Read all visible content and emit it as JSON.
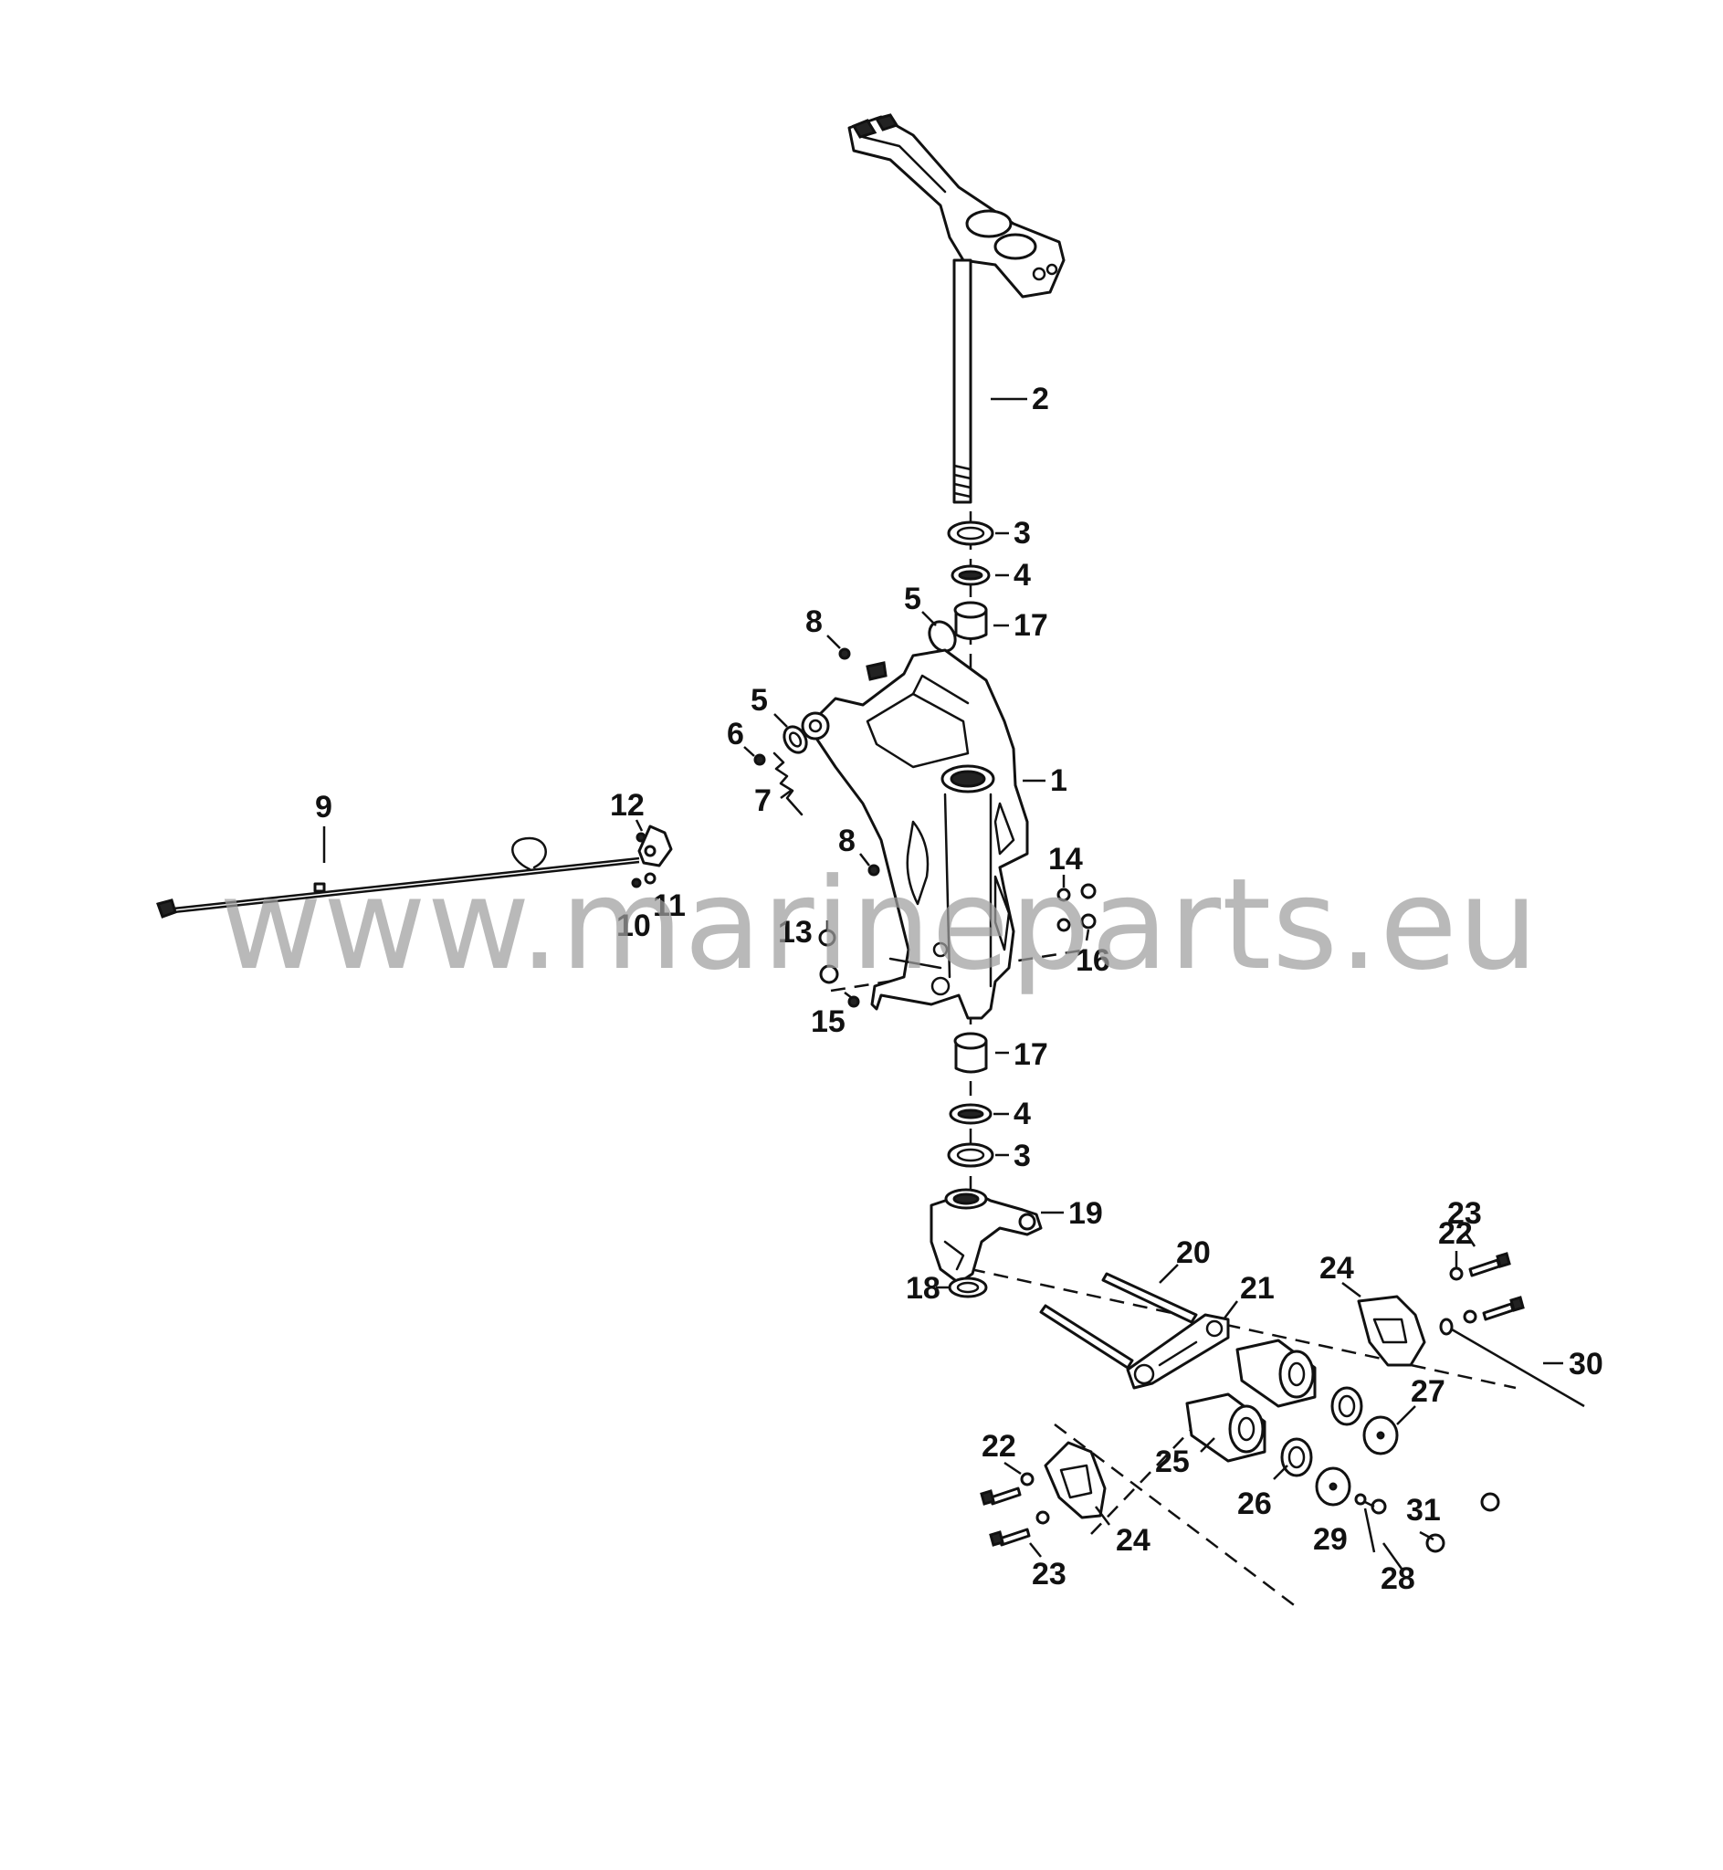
{
  "watermark": "www.marineparts.eu",
  "callouts": {
    "c1": "1",
    "c2": "2",
    "c3a": "3",
    "c3b": "3",
    "c4a": "4",
    "c4b": "4",
    "c5a": "5",
    "c5b": "5",
    "c6": "6",
    "c7": "7",
    "c8a": "8",
    "c8b": "8",
    "c9": "9",
    "c10": "10",
    "c11": "11",
    "c12": "12",
    "c13": "13",
    "c14": "14",
    "c15": "15",
    "c16": "16",
    "c17a": "17",
    "c17b": "17",
    "c18": "18",
    "c19": "19",
    "c20": "20",
    "c21": "21",
    "c22a": "22",
    "c22b": "22",
    "c23a": "23",
    "c23b": "23",
    "c24a": "24",
    "c24b": "24",
    "c25": "25",
    "c26": "26",
    "c27": "27",
    "c28": "28",
    "c29": "29",
    "c30": "30",
    "c31": "31"
  },
  "colors": {
    "line": "#111111",
    "watermark": "#9e9e9e",
    "background": "#ffffff"
  }
}
